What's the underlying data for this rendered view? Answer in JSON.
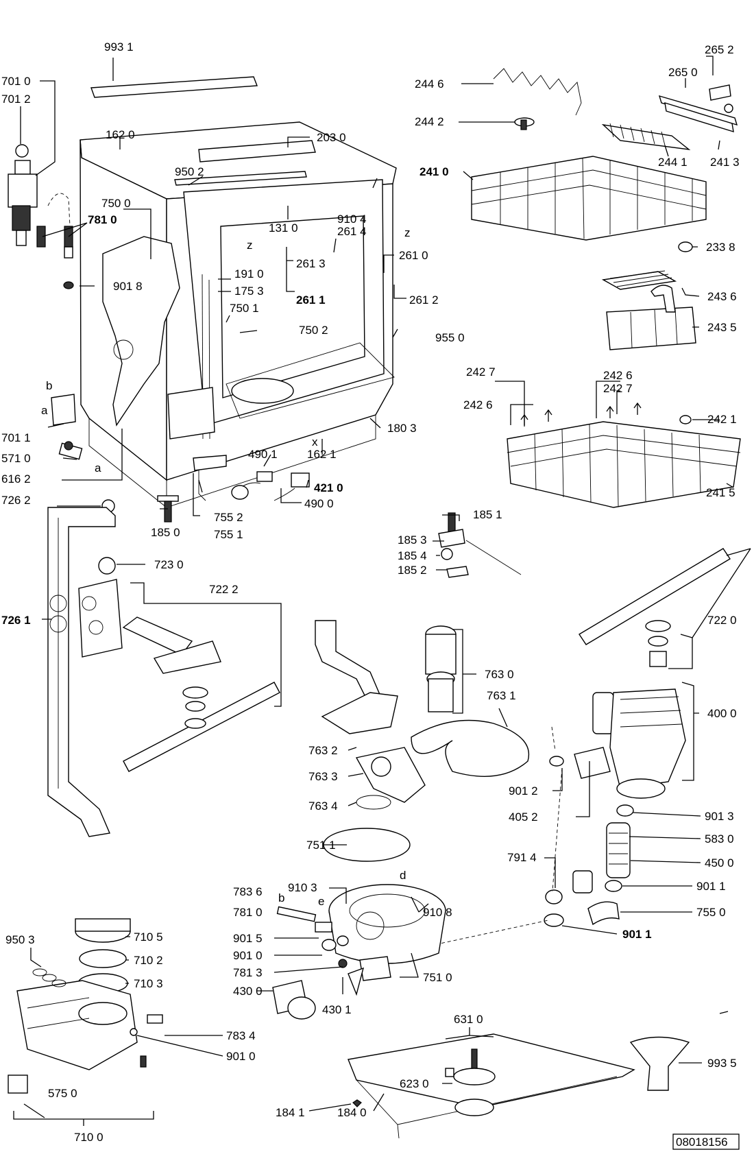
{
  "labels": {
    "l9931": "993 1",
    "l7010": "701 0",
    "l7012": "701 2",
    "l1620": "162 0",
    "l2030": "203 0",
    "l9502": "950 2",
    "l7500": "750 0",
    "l7810a": "781 0",
    "l1310": "131 0",
    "l9104": "910 4",
    "l2614": "261 4",
    "l2610": "261 0",
    "l2613": "261 3",
    "l2611": "261 1",
    "l2612": "261 2",
    "l9018": "901 8",
    "l1910": "191 0",
    "l1753": "175 3",
    "l7501": "750 1",
    "l7502": "750 2",
    "l9550": "955 0",
    "l1803": "180 3",
    "l7011": "701 1",
    "l5710": "571 0",
    "l6162": "616 2",
    "l4901": "490 1",
    "l1621": "162 1",
    "l4210": "421 0",
    "l4900": "490 0",
    "l7262": "726 2",
    "l1850": "185 0",
    "l7552": "755 2",
    "l7551": "755 1",
    "l2446": "244 6",
    "l2652": "265 2",
    "l2650": "265 0",
    "l2442": "244 2",
    "l2441": "244 1",
    "l2413": "241 3",
    "l2410": "241 0",
    "l2338": "233 8",
    "l2436": "243 6",
    "l2435": "243 5",
    "l2427a": "242 7",
    "l2426a": "242 6",
    "l2427b": "242 7",
    "l2426b": "242 6",
    "l2421": "242 1",
    "l2415": "241 5",
    "l1851": "185 1",
    "l1853": "185 3",
    "l1854": "185 4",
    "l1852": "185 2",
    "l7230": "723 0",
    "l7222": "722 2",
    "l7261": "726 1",
    "l7220": "722 0",
    "l7630": "763 0",
    "l7631": "763 1",
    "l4000": "400 0",
    "l7632": "763 2",
    "l7633": "763 3",
    "l7634": "763 4",
    "l9012": "901 2",
    "l4052": "405 2",
    "l9013": "901 3",
    "l7511": "751 1",
    "l5830": "583 0",
    "l7914": "791 4",
    "l4500": "450 0",
    "l9103": "910 3",
    "l9011a": "901 1",
    "l7836": "783 6",
    "l7810b": "781 0",
    "l9108": "910 8",
    "l7550": "755 0",
    "l9503": "950 3",
    "l7105": "710 5",
    "l9015": "901 5",
    "l9011b": "901 1",
    "l9010a": "901 0",
    "l7102": "710 2",
    "l7813": "781 3",
    "l7510": "751 0",
    "l7103": "710 3",
    "l4300": "430 0",
    "l4301": "430 1",
    "l7834": "783 4",
    "l9010b": "901 0",
    "l6310": "631 0",
    "l9935": "993 5",
    "l6230": "623 0",
    "l5750": "575 0",
    "l1841": "184 1",
    "l1840": "184 0",
    "l7100": "710 0"
  },
  "letters": {
    "z1": "z",
    "z2": "z",
    "x": "x",
    "a1": "a",
    "a2": "a",
    "b1": "b",
    "b2": "b",
    "e": "e",
    "d": "d"
  },
  "drawing_number": "08018156"
}
